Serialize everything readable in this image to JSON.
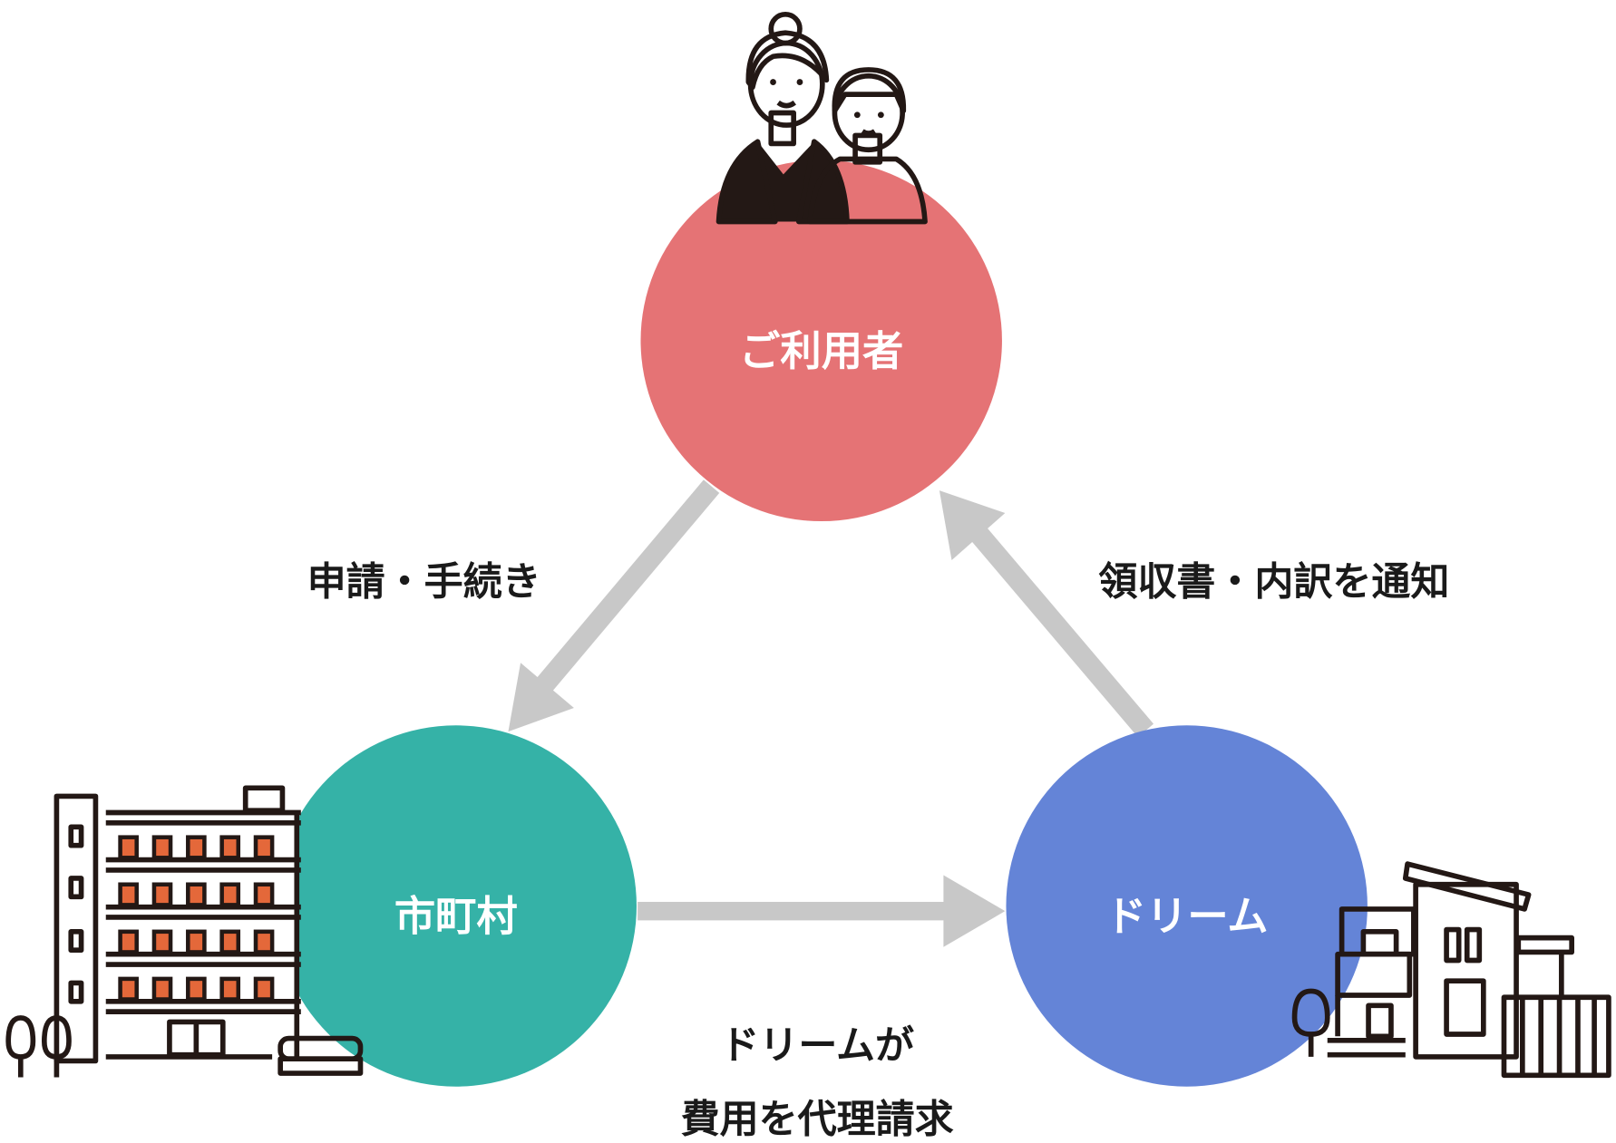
{
  "nodes": {
    "user": {
      "label": "ご利用者",
      "color": "#E57375"
    },
    "municipality": {
      "label": "市町村",
      "color": "#35B2A7"
    },
    "dream": {
      "label": "ドリーム",
      "color": "#6484D7"
    }
  },
  "edges": {
    "user_to_municipality": {
      "label": "申請・手続き"
    },
    "dream_to_user": {
      "label": "領収書・内訳を通知"
    },
    "municipality_to_dream": {
      "label_line1": "ドリームが",
      "label_line2": "費用を代理請求"
    }
  },
  "arrow_color": "#C8C8C8"
}
